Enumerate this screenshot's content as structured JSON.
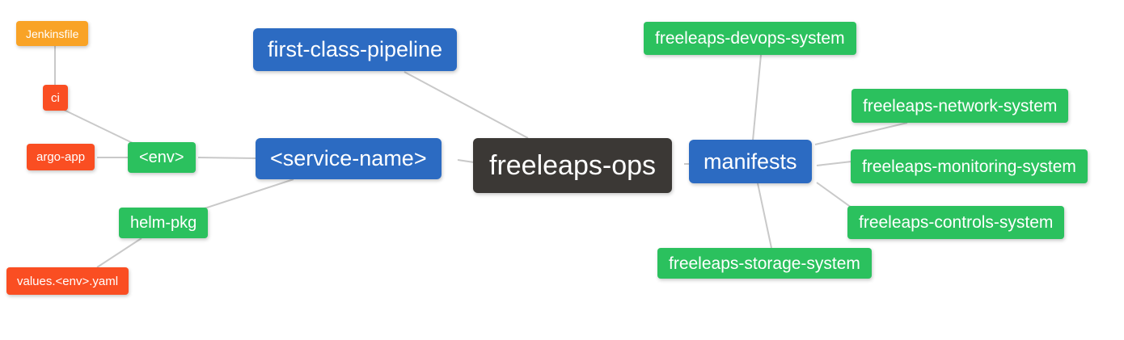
{
  "diagram": {
    "title": "freeleaps-ops mind map",
    "palette": {
      "root": "#3b3835",
      "branch": "#2c6bc2",
      "leaf": "#2bc15e",
      "file": "#fa4e22",
      "jenkins": "#f9a326",
      "edge": "#c9c9c9",
      "text": "#ffffff",
      "background": "#ffffff"
    },
    "nodes": [
      {
        "id": "jenkinsfile",
        "label": "Jenkinsfile",
        "color": "jenkins"
      },
      {
        "id": "ci",
        "label": "ci",
        "color": "file"
      },
      {
        "id": "argo-app",
        "label": "argo-app",
        "color": "file"
      },
      {
        "id": "env",
        "label": "<env>",
        "color": "leaf"
      },
      {
        "id": "helm-pkg",
        "label": "helm-pkg",
        "color": "leaf"
      },
      {
        "id": "values-env-yaml",
        "label": "values.<env>.yaml",
        "color": "file"
      },
      {
        "id": "service-name",
        "label": "<service-name>",
        "color": "branch"
      },
      {
        "id": "first-class-pipeline",
        "label": "first-class-pipeline",
        "color": "branch"
      },
      {
        "id": "freeleaps-ops",
        "label": "freeleaps-ops",
        "color": "root"
      },
      {
        "id": "manifests",
        "label": "manifests",
        "color": "branch"
      },
      {
        "id": "freeleaps-devops-system",
        "label": "freeleaps-devops-system",
        "color": "leaf"
      },
      {
        "id": "freeleaps-network-system",
        "label": "freeleaps-network-system",
        "color": "leaf"
      },
      {
        "id": "freeleaps-monitoring-system",
        "label": "freeleaps-monitoring-system",
        "color": "leaf"
      },
      {
        "id": "freeleaps-controls-system",
        "label": "freeleaps-controls-system",
        "color": "leaf"
      },
      {
        "id": "freeleaps-storage-system",
        "label": "freeleaps-storage-system",
        "color": "leaf"
      }
    ],
    "edges": [
      {
        "from": "jenkinsfile",
        "to": "ci"
      },
      {
        "from": "ci",
        "to": "env"
      },
      {
        "from": "argo-app",
        "to": "env"
      },
      {
        "from": "env",
        "to": "service-name"
      },
      {
        "from": "service-name",
        "to": "helm-pkg"
      },
      {
        "from": "values-env-yaml",
        "to": "helm-pkg"
      },
      {
        "from": "service-name",
        "to": "freeleaps-ops"
      },
      {
        "from": "first-class-pipeline",
        "to": "freeleaps-ops"
      },
      {
        "from": "freeleaps-ops",
        "to": "manifests"
      },
      {
        "from": "manifests",
        "to": "freeleaps-devops-system"
      },
      {
        "from": "manifests",
        "to": "freeleaps-network-system"
      },
      {
        "from": "manifests",
        "to": "freeleaps-monitoring-system"
      },
      {
        "from": "manifests",
        "to": "freeleaps-controls-system"
      },
      {
        "from": "manifests",
        "to": "freeleaps-storage-system"
      }
    ]
  }
}
